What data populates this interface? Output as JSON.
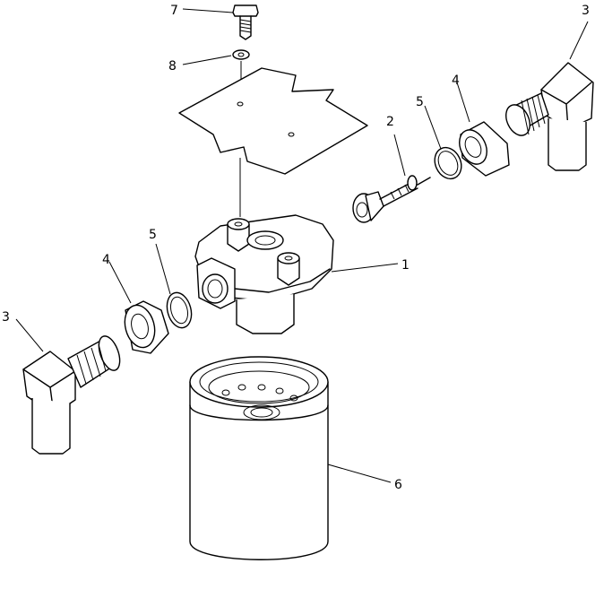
{
  "callouts": {
    "c1": "1",
    "c2": "2",
    "c3_left": "3",
    "c3_right": "3",
    "c4_left": "4",
    "c4_right": "4",
    "c5_left": "5",
    "c5_right": "5",
    "c6": "6",
    "c7": "7",
    "c8": "8"
  }
}
